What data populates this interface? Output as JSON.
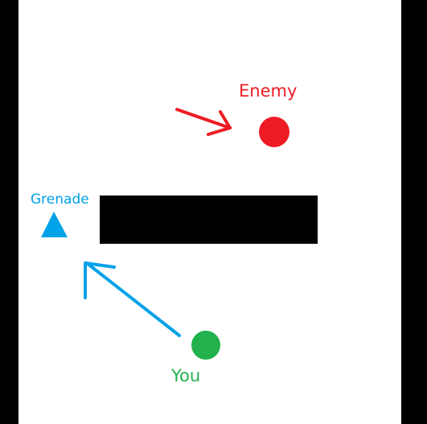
{
  "labels": {
    "enemy": "Enemy",
    "grenade": "Grenade",
    "you": "You"
  },
  "colors": {
    "background": "#ffffff",
    "side_bars": "#000000",
    "enemy": "#ed1c24",
    "grenade": "#00a2e8",
    "you": "#22b14c",
    "wall": "#000000"
  },
  "entities": {
    "enemy": {
      "shape": "circle",
      "icon": "enemy-dot-icon"
    },
    "grenade": {
      "shape": "triangle",
      "icon": "grenade-triangle-icon"
    },
    "you": {
      "shape": "circle",
      "icon": "player-dot-icon"
    },
    "wall": {
      "shape": "rectangle"
    }
  },
  "arrows": [
    {
      "name": "enemy-arrow",
      "color": "red",
      "points_to": "enemy"
    },
    {
      "name": "throw-arrow",
      "color": "blue",
      "from": "you",
      "points_to": "grenade"
    }
  ]
}
